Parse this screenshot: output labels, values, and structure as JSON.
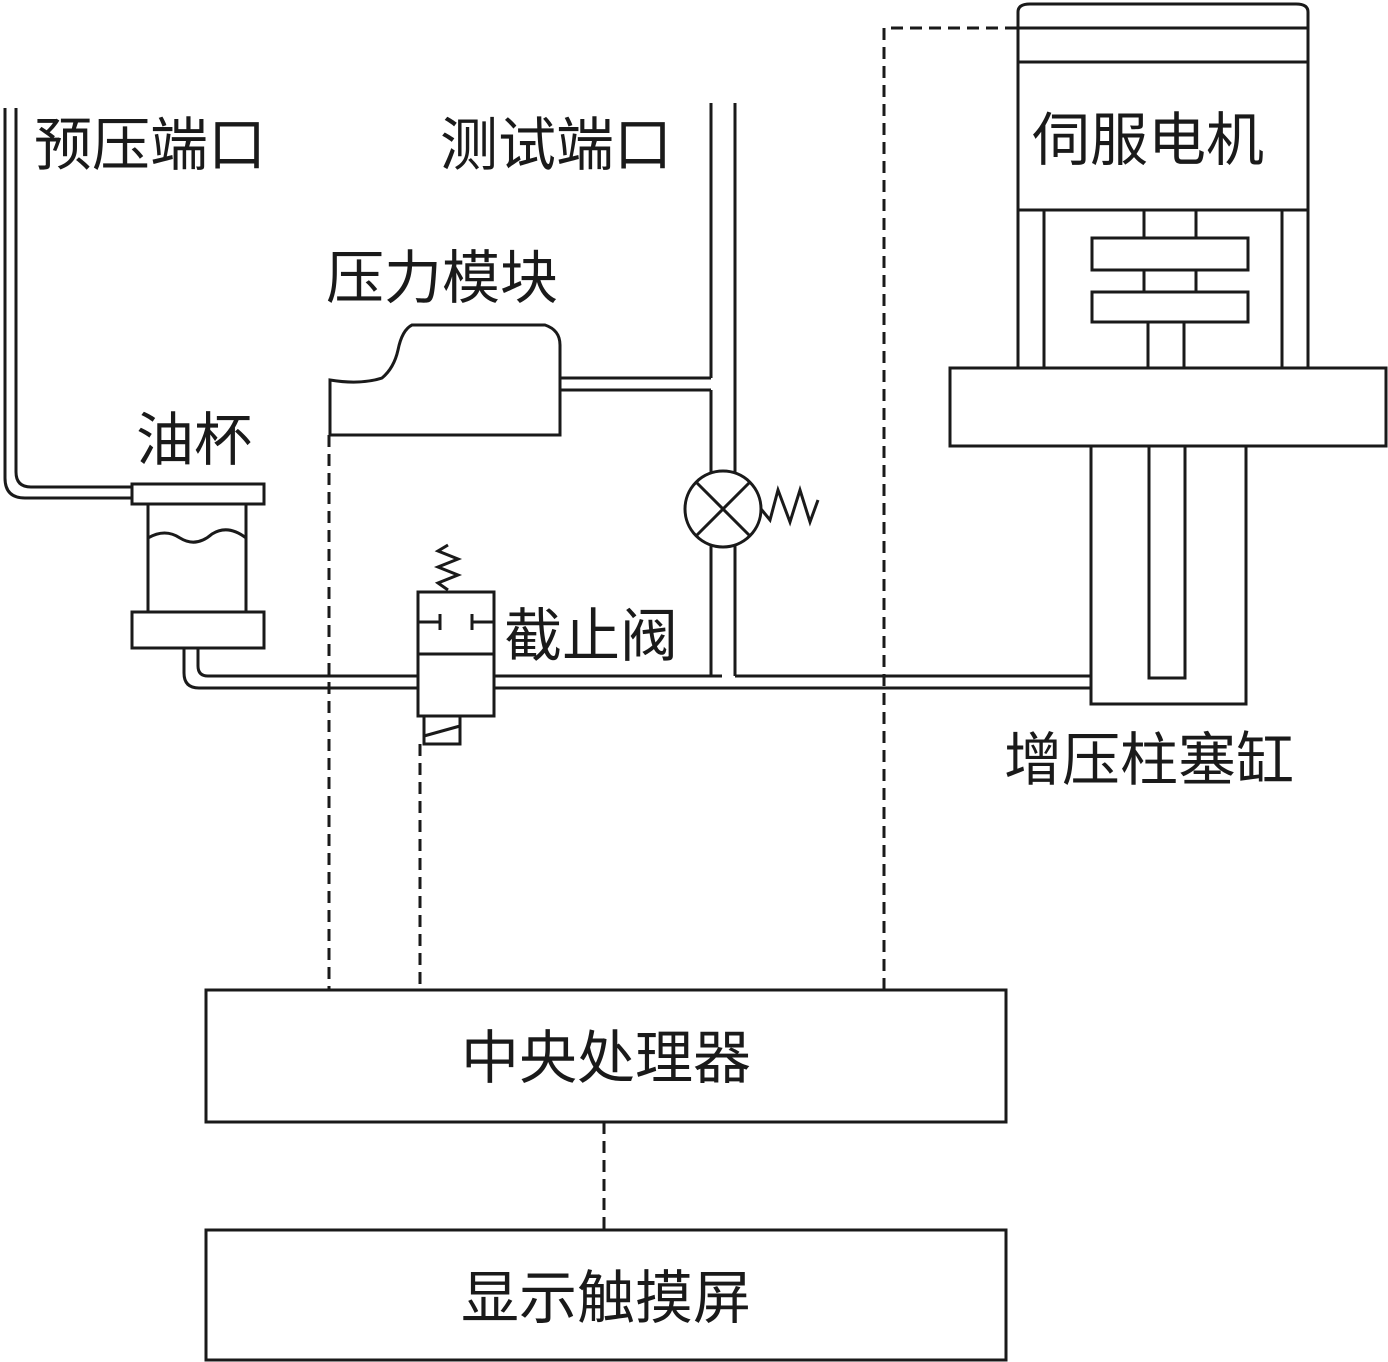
{
  "labels": {
    "preload_port": "预压端口",
    "test_port": "测试端口",
    "servo_motor": "伺服电机",
    "pressure_module": "压力模块",
    "oil_cup": "油杯",
    "stop_valve": "截止阀",
    "booster_cylinder": "增压柱塞缸",
    "cpu": "中央处理器",
    "touch_screen": "显示触摸屏"
  },
  "colors": {
    "line": "#1a1a1a",
    "background": "#ffffff"
  }
}
